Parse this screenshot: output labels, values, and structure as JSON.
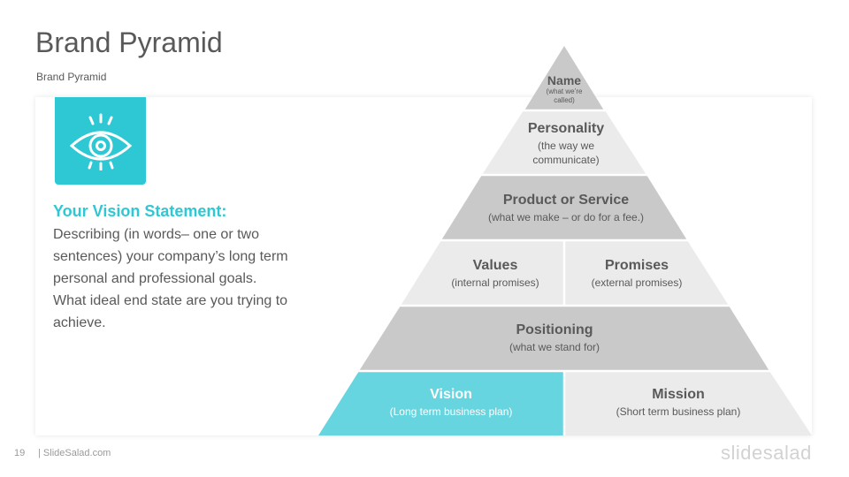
{
  "header": {
    "title": "Brand Pyramid",
    "subtitle": "Brand  Pyramid"
  },
  "vision_card": {
    "icon": "eye-icon",
    "heading": "Your Vision Statement:",
    "body": "Describing (in words– one or two\nsentences) your company’s long term\npersonal and professional goals.\nWhat ideal end state are you trying to\nachieve."
  },
  "pyramid": {
    "name": {
      "title": "Name",
      "desc": "(what we’re\ncalled)"
    },
    "personality": {
      "title": "Personality",
      "desc": "(the way we\ncommunicate)"
    },
    "product": {
      "title": "Product or Service",
      "desc": "(what we make – or do for a fee.)"
    },
    "values": {
      "title": "Values",
      "desc": "(internal promises)"
    },
    "promises": {
      "title": "Promises",
      "desc": "(external promises)"
    },
    "positioning": {
      "title": "Positioning",
      "desc": "(what we stand for)"
    },
    "vision": {
      "title": "Vision",
      "desc": "(Long term business plan)"
    },
    "mission": {
      "title": "Mission",
      "desc": "(Short term business plan)"
    }
  },
  "footer": {
    "page_number": "19",
    "site": "| SlideSalad.com",
    "logo": "slidesalad"
  },
  "colors": {
    "accent": "#2ec8d4",
    "vision_fill": "#67d5df",
    "text": "#595959"
  }
}
